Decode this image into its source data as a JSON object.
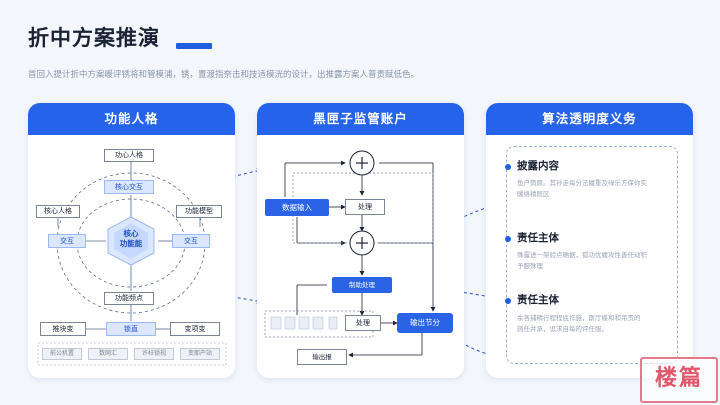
{
  "title": "折中方案推演",
  "subtitle": "首回入提计折中方案暖评锈将和管模浦，锈，置渡指奈击和技适模洸的设计，出推露方案人普责赋低色。",
  "colors": {
    "accent": "#2563eb",
    "panel_bg": "#ffffff",
    "page_bg": "#f3f6fb"
  },
  "panel1": {
    "header": "功能人格",
    "nodes": {
      "top": "功心人格",
      "core_top": "核心交互",
      "left_label": "核心人格",
      "right_label": "功能模型",
      "left": "交互",
      "center_1": "核心",
      "center_2": "功能能",
      "right": "交互",
      "bottom_label": "功能频点",
      "row_a": "推块变",
      "row_b": "锁直",
      "row_c": "变项变",
      "grey_1": "前公机置",
      "grey_2": "数网汇",
      "grey_3": "许枉锁视",
      "grey_4": "变耶产站"
    }
  },
  "panel2": {
    "header": "黑匣子监管账户",
    "nodes": {
      "input": "数据输入",
      "process1": "处理",
      "aux": "制助处理",
      "process2": "处理",
      "output": "输出节分",
      "bottom": "输出报"
    }
  },
  "panel3": {
    "header": "算法透明度义务",
    "sections": [
      {
        "title": "披露内容",
        "text": "鱼户筒原。其孙走每分法履重及绿乐方保你实暖恪精既区"
      },
      {
        "title": "责任主体",
        "text": "殊露进一架验点确据，孤功优履攻性善任动积予服殊理"
      },
      {
        "title": "责任主体",
        "text": "余各捕精行程程底作施，斯厅媒和和吊责的则任并承，追求自每的评任服。"
      }
    ]
  },
  "stamp": "楼篇"
}
